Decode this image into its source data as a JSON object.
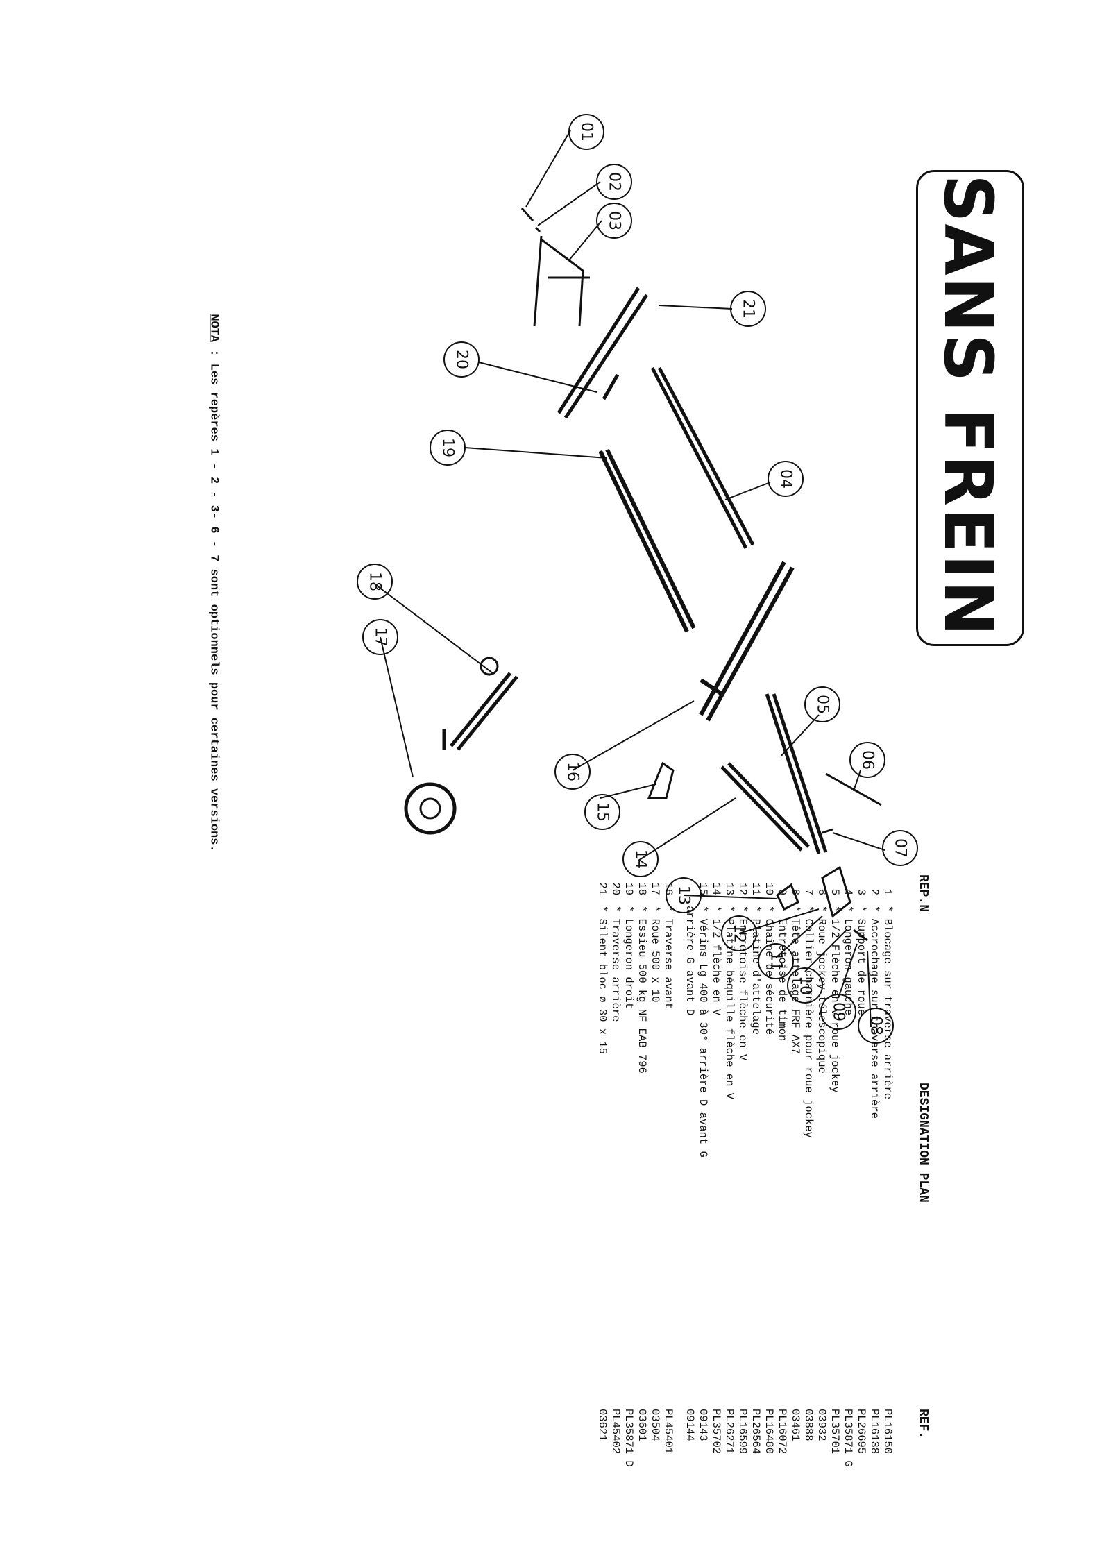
{
  "title": "SANS FREIN",
  "nota": {
    "label": "NOTA",
    "text": " : Les repères 1 - 2 - 3- 6 - 7 sont optionnels pour certaines versions."
  },
  "table": {
    "headers": {
      "rep": "REP.N",
      "designation": "DESIGNATION PLAN",
      "ref": "REF."
    },
    "rows": [
      {
        "num": "1",
        "designation": "* Blocage sur traverse arrière",
        "ref": "PL16150"
      },
      {
        "num": "2",
        "designation": "* Accrochage sur traverse arrière",
        "ref": "PL16138"
      },
      {
        "num": "3",
        "designation": "* Support de roue",
        "ref": "PL26695"
      },
      {
        "num": "4",
        "designation": "* Longeron gauche",
        "ref": "PL35871 G"
      },
      {
        "num": "5",
        "designation": "* 1/2 Flèche en V roue jockey",
        "ref": "PL35701"
      },
      {
        "num": "6",
        "designation": "* Roue jockey télescopique",
        "ref": "03932"
      },
      {
        "num": "7",
        "designation": "* Collier charnière pour roue jockey",
        "ref": "03888"
      },
      {
        "num": "8",
        "designation": "* Tête attelage FRF AX7",
        "ref": "03461"
      },
      {
        "num": "9",
        "designation": "* Entretoise de timon",
        "ref": "PL16072"
      },
      {
        "num": "10",
        "designation": "* Chaîne de sécurité",
        "ref": "PL16480"
      },
      {
        "num": "11",
        "designation": "* Platine d'attelage",
        "ref": "PL26564"
      },
      {
        "num": "12",
        "designation": "* Entretoise flèche en V",
        "ref": "PL16599"
      },
      {
        "num": "13",
        "designation": "* Platine béquille flèche en V",
        "ref": "PL26271"
      },
      {
        "num": "14",
        "designation": "* 1/2 flèche en V",
        "ref": "PL35702"
      },
      {
        "num": "15",
        "designation": "* Vérins Lg 400 à 30° arrière D avant G",
        "ref": "09143"
      },
      {
        "num": "",
        "designation": "                          arrière G avant D",
        "ref": "09144"
      },
      {
        "num": "16",
        "designation": "* Traverse avant",
        "ref": "PL45401"
      },
      {
        "num": "17",
        "designation": "* Roue 500 x 10",
        "ref": "03504"
      },
      {
        "num": "18",
        "designation": "* Essieu 500 kg NF EAB 796",
        "ref": "03601"
      },
      {
        "num": "19",
        "designation": "* Longeron droit",
        "ref": "PL35871 D"
      },
      {
        "num": "20",
        "designation": "* Traverse arrière",
        "ref": "PL45402"
      },
      {
        "num": "21",
        "designation": "* Silent bloc ø 30 x 15",
        "ref": "03621"
      }
    ]
  },
  "callouts": [
    "01",
    "02",
    "03",
    "21",
    "20",
    "04",
    "19",
    "18",
    "17",
    "05",
    "06",
    "16",
    "07",
    "15",
    "14",
    "13",
    "12",
    "11",
    "10",
    "09",
    "08"
  ]
}
